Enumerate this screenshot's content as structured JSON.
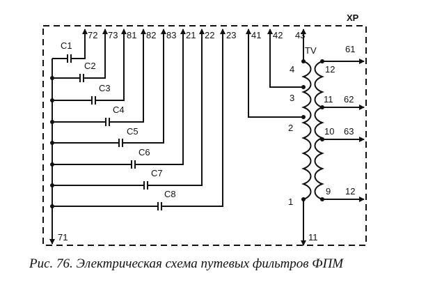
{
  "connector": "XP",
  "caption": "Рис. 76. Электрическая схема путевых фильтров ФПМ",
  "top_pins": [
    "72",
    "73",
    "81",
    "82",
    "83",
    "21",
    "22",
    "23",
    "41",
    "42",
    "43"
  ],
  "capacitors": [
    "C1",
    "C2",
    "C3",
    "C4",
    "C5",
    "C6",
    "C7",
    "C8"
  ],
  "transformer": {
    "name": "TV",
    "primary_taps": [
      "4",
      "3",
      "2",
      "1"
    ],
    "secondary_taps": [
      "12",
      "11",
      "10",
      "9"
    ]
  },
  "right_outputs": [
    "61",
    "62",
    "63",
    "12"
  ],
  "bottom_pins": {
    "left": "71",
    "right": "11"
  }
}
